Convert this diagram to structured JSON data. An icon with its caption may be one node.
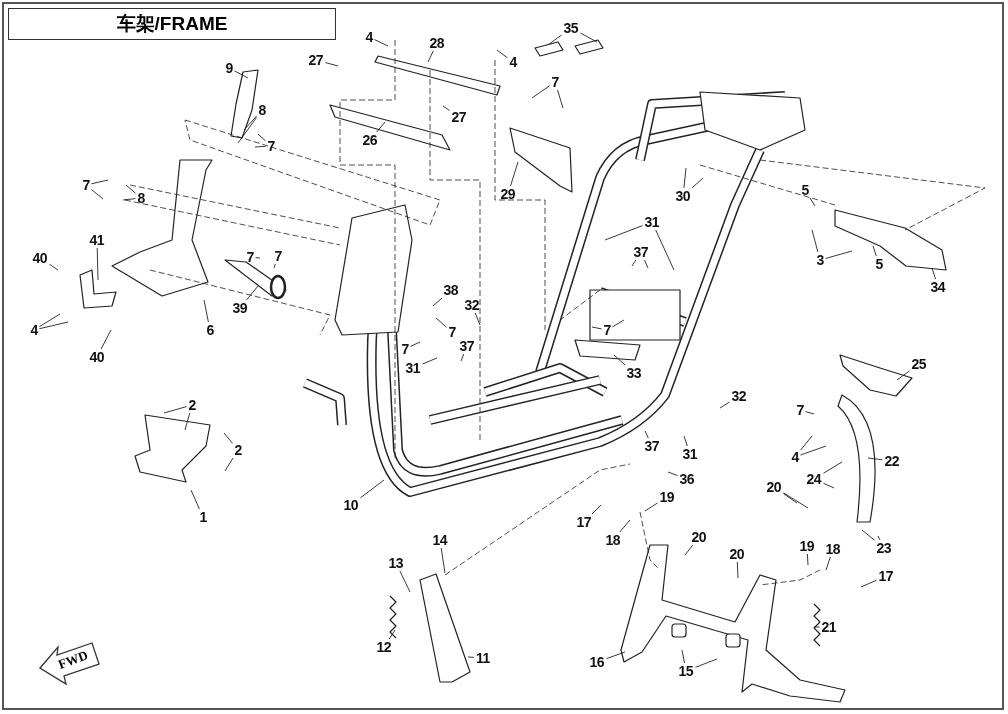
{
  "diagram": {
    "title": "车架/FRAME",
    "nodes": [
      {
        "text": [
          "4"
        ]
      },
      {
        "text": [
          "28"
        ]
      },
      {
        "text": [
          "4"
        ]
      },
      {
        "text": [
          "35"
        ]
      },
      {
        "text": [
          "27"
        ]
      },
      {
        "text": [
          "7"
        ]
      },
      {
        "text": [
          "9"
        ]
      },
      {
        "text": [
          "8"
        ]
      },
      {
        "text": [
          "7"
        ]
      },
      {
        "text": [
          "26"
        ]
      },
      {
        "text": [
          "27"
        ]
      },
      {
        "text": [
          "7"
        ]
      },
      {
        "text": [
          "8"
        ]
      },
      {
        "text": [
          "29"
        ]
      },
      {
        "text": [
          "30"
        ]
      },
      {
        "text": [
          "5"
        ]
      },
      {
        "text": [
          "31"
        ]
      },
      {
        "text": [
          "37"
        ]
      },
      {
        "text": [
          "41"
        ]
      },
      {
        "text": [
          "40"
        ]
      },
      {
        "text": [
          "7"
        ]
      },
      {
        "text": [
          "7"
        ]
      },
      {
        "text": [
          "39"
        ]
      },
      {
        "text": [
          "6"
        ]
      },
      {
        "text": [
          "4"
        ]
      },
      {
        "text": [
          "40"
        ]
      },
      {
        "text": [
          "3"
        ]
      },
      {
        "text": [
          "5"
        ]
      },
      {
        "text": [
          "34"
        ]
      },
      {
        "text": [
          "38"
        ]
      },
      {
        "text": [
          "32"
        ]
      },
      {
        "text": [
          "7"
        ]
      },
      {
        "text": [
          "7"
        ]
      },
      {
        "text": [
          "37"
        ]
      },
      {
        "text": [
          "31"
        ]
      },
      {
        "text": [
          "7"
        ]
      },
      {
        "text": [
          "33"
        ]
      },
      {
        "text": [
          "32"
        ]
      },
      {
        "text": [
          "25"
        ]
      },
      {
        "text": [
          "7"
        ]
      },
      {
        "text": [
          "2"
        ]
      },
      {
        "text": [
          "2"
        ]
      },
      {
        "text": [
          "4"
        ]
      },
      {
        "text": [
          "22"
        ]
      },
      {
        "text": [
          "24"
        ]
      },
      {
        "text": [
          "37"
        ]
      },
      {
        "text": [
          "31"
        ]
      },
      {
        "text": [
          "10"
        ]
      },
      {
        "text": [
          "1"
        ]
      },
      {
        "text": [
          "36"
        ]
      },
      {
        "text": [
          "20"
        ]
      },
      {
        "text": [
          "17"
        ]
      },
      {
        "text": [
          "19"
        ]
      },
      {
        "text": [
          "18"
        ]
      },
      {
        "text": [
          "23"
        ]
      },
      {
        "text": [
          "14"
        ]
      },
      {
        "text": [
          "20"
        ]
      },
      {
        "text": [
          "13"
        ]
      },
      {
        "text": [
          "20"
        ]
      },
      {
        "text": [
          "19"
        ]
      },
      {
        "text": [
          "18"
        ]
      },
      {
        "text": [
          "17"
        ]
      },
      {
        "text": [
          "12"
        ]
      },
      {
        "text": [
          "21"
        ]
      },
      {
        "text": [
          "11"
        ]
      },
      {
        "text": [
          "16"
        ]
      },
      {
        "text": [
          "15"
        ]
      }
    ],
    "edges": [
      {
        "from": 0,
        "to": null,
        "arrow": "none"
      },
      {
        "from": 1,
        "to": null,
        "arrow": "none"
      },
      {
        "from": 2,
        "to": null,
        "arrow": "none"
      },
      {
        "from": 3,
        "to": null,
        "arrow": "none"
      },
      {
        "from": 3,
        "to": null,
        "arrow": "none"
      },
      {
        "from": 4,
        "to": null,
        "arrow": "none"
      },
      {
        "from": 5,
        "to": null,
        "arrow": "none"
      },
      {
        "from": 5,
        "to": null,
        "arrow": "none"
      },
      {
        "from": 6,
        "to": null,
        "arrow": "none"
      },
      {
        "from": 7,
        "to": null,
        "arrow": "none"
      },
      {
        "from": 7,
        "to": null,
        "arrow": "none"
      },
      {
        "from": 8,
        "to": null,
        "arrow": "none"
      },
      {
        "from": 8,
        "to": null,
        "arrow": "none"
      },
      {
        "from": 9,
        "to": null,
        "arrow": "none"
      },
      {
        "from": 10,
        "to": null,
        "arrow": "none"
      },
      {
        "from": 11,
        "to": null,
        "arrow": "none"
      },
      {
        "from": 11,
        "to": null,
        "arrow": "none"
      },
      {
        "from": 12,
        "to": null,
        "arrow": "none"
      },
      {
        "from": 12,
        "to": null,
        "arrow": "none"
      },
      {
        "from": 13,
        "to": null,
        "arrow": "none"
      },
      {
        "from": 14,
        "to": null,
        "arrow": "none"
      },
      {
        "from": 14,
        "to": null,
        "arrow": "none"
      },
      {
        "from": 15,
        "to": null,
        "arrow": "none"
      },
      {
        "from": 16,
        "to": null,
        "arrow": "none"
      },
      {
        "from": 16,
        "to": null,
        "arrow": "none"
      },
      {
        "from": 17,
        "to": null,
        "arrow": "none"
      },
      {
        "from": 17,
        "to": null,
        "arrow": "none"
      },
      {
        "from": 18,
        "to": null,
        "arrow": "none"
      },
      {
        "from": 19,
        "to": null,
        "arrow": "none"
      },
      {
        "from": 20,
        "to": null,
        "arrow": "none"
      },
      {
        "from": 21,
        "to": null,
        "arrow": "none"
      },
      {
        "from": 22,
        "to": null,
        "arrow": "none"
      },
      {
        "from": 23,
        "to": null,
        "arrow": "none"
      },
      {
        "from": 24,
        "to": null,
        "arrow": "none"
      },
      {
        "from": 24,
        "to": null,
        "arrow": "none"
      },
      {
        "from": 25,
        "to": null,
        "arrow": "none"
      },
      {
        "from": 26,
        "to": null,
        "arrow": "none"
      },
      {
        "from": 26,
        "to": null,
        "arrow": "none"
      },
      {
        "from": 27,
        "to": null,
        "arrow": "none"
      },
      {
        "from": 28,
        "to": null,
        "arrow": "none"
      },
      {
        "from": 29,
        "to": null,
        "arrow": "none"
      },
      {
        "from": 30,
        "to": null,
        "arrow": "none"
      },
      {
        "from": 31,
        "to": null,
        "arrow": "none"
      },
      {
        "from": 32,
        "to": null,
        "arrow": "none"
      },
      {
        "from": 33,
        "to": null,
        "arrow": "none"
      },
      {
        "from": 34,
        "to": null,
        "arrow": "none"
      },
      {
        "from": 35,
        "to": null,
        "arrow": "none"
      },
      {
        "from": 35,
        "to": null,
        "arrow": "none"
      },
      {
        "from": 36,
        "to": null,
        "arrow": "none"
      },
      {
        "from": 37,
        "to": null,
        "arrow": "none"
      },
      {
        "from": 38,
        "to": null,
        "arrow": "none"
      },
      {
        "from": 39,
        "to": null,
        "arrow": "none"
      },
      {
        "from": 40,
        "to": null,
        "arrow": "none"
      },
      {
        "from": 40,
        "to": null,
        "arrow": "none"
      },
      {
        "from": 41,
        "to": null,
        "arrow": "none"
      },
      {
        "from": 41,
        "to": null,
        "arrow": "none"
      },
      {
        "from": 42,
        "to": null,
        "arrow": "none"
      },
      {
        "from": 42,
        "to": null,
        "arrow": "none"
      },
      {
        "from": 43,
        "to": null,
        "arrow": "none"
      },
      {
        "from": 44,
        "to": null,
        "arrow": "none"
      },
      {
        "from": 44,
        "to": null,
        "arrow": "none"
      },
      {
        "from": 45,
        "to": null,
        "arrow": "none"
      },
      {
        "from": 46,
        "to": null,
        "arrow": "none"
      },
      {
        "from": 47,
        "to": null,
        "arrow": "none"
      },
      {
        "from": 48,
        "to": null,
        "arrow": "none"
      },
      {
        "from": 49,
        "to": null,
        "arrow": "none"
      },
      {
        "from": 50,
        "to": null,
        "arrow": "none"
      },
      {
        "from": 50,
        "to": null,
        "arrow": "none"
      },
      {
        "from": 51,
        "to": null,
        "arrow": "none"
      },
      {
        "from": 52,
        "to": null,
        "arrow": "none"
      },
      {
        "from": 53,
        "to": null,
        "arrow": "none"
      },
      {
        "from": 54,
        "to": null,
        "arrow": "none"
      },
      {
        "from": 54,
        "to": null,
        "arrow": "none"
      },
      {
        "from": 55,
        "to": null,
        "arrow": "none"
      },
      {
        "from": 56,
        "to": null,
        "arrow": "none"
      },
      {
        "from": 57,
        "to": null,
        "arrow": "none"
      },
      {
        "from": 58,
        "to": null,
        "arrow": "none"
      },
      {
        "from": 59,
        "to": null,
        "arrow": "none"
      },
      {
        "from": 60,
        "to": null,
        "arrow": "none"
      },
      {
        "from": 61,
        "to": null,
        "arrow": "none"
      },
      {
        "from": 62,
        "to": null,
        "arrow": "none"
      },
      {
        "from": 63,
        "to": null,
        "arrow": "none"
      },
      {
        "from": 64,
        "to": null,
        "arrow": "none"
      },
      {
        "from": 65,
        "to": null,
        "arrow": "none"
      },
      {
        "from": 66,
        "to": null,
        "arrow": "none"
      },
      {
        "from": 66,
        "to": null,
        "arrow": "none"
      }
    ],
    "labels": [
      "FWD"
    ]
  }
}
